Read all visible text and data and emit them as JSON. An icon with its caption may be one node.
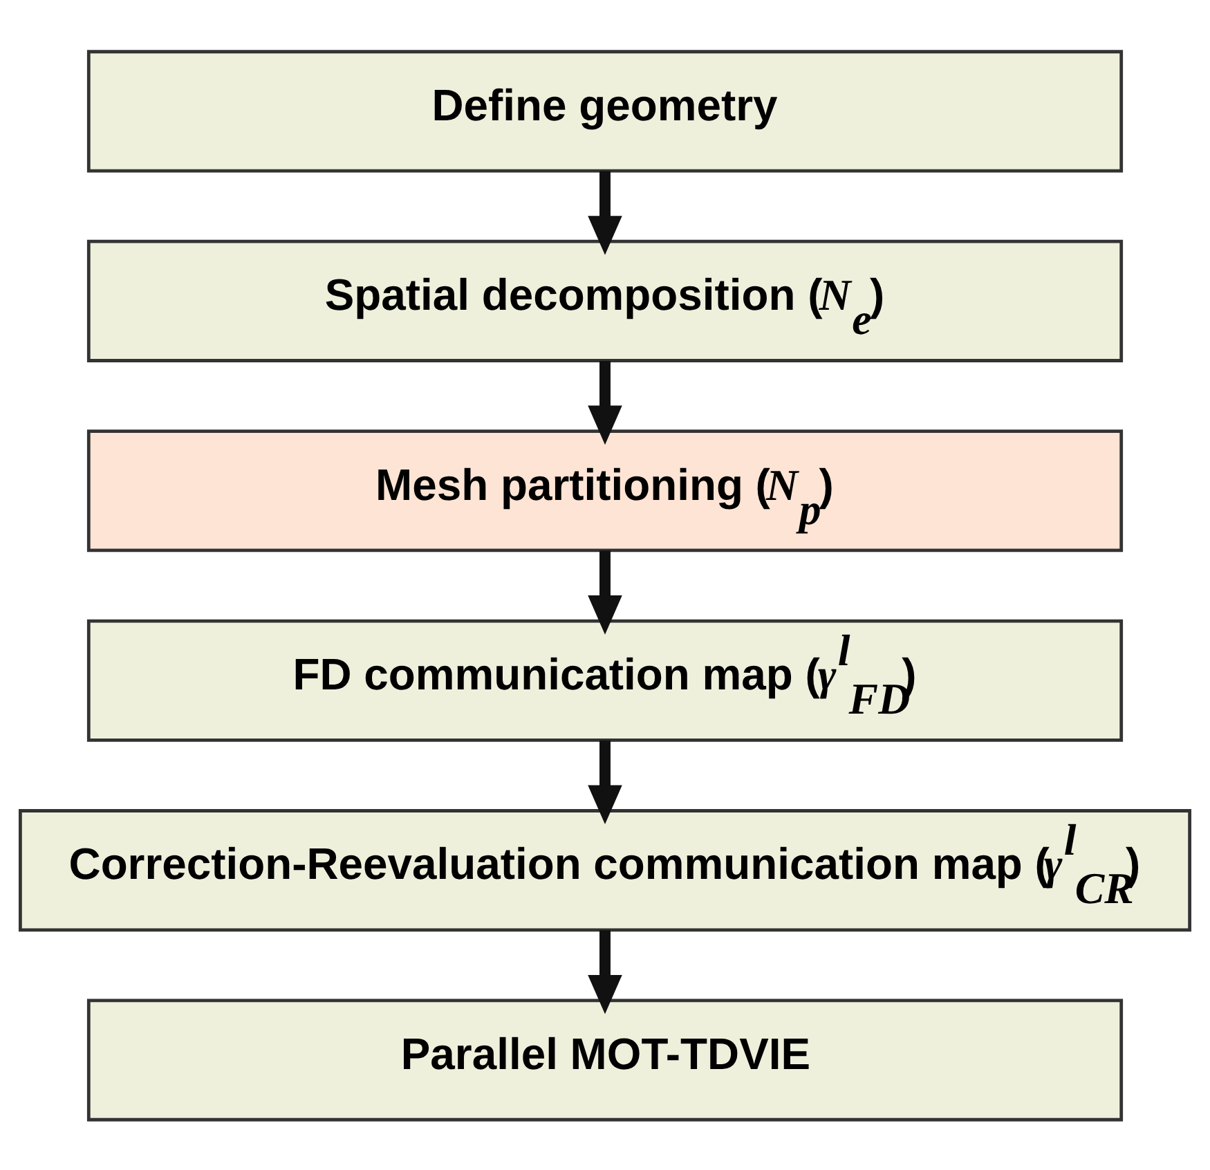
{
  "diagram": {
    "nodes": [
      {
        "text": [
          "Define geometry"
        ]
      },
      {
        "text": [
          "Spatial decomposition (*N*$_{e}$)"
        ]
      },
      {
        "text": [
          "Mesh partitioning (*N*$_{p}$)"
        ]
      },
      {
        "text": [
          "FD communication map (*γ*$^{l}$$_{FD}$)"
        ]
      },
      {
        "text": [
          "Correction-Reevaluation communication map (*γ*$^{l}$$_{CR}$)"
        ]
      },
      {
        "text": [
          "Parallel MOT-TDVIE"
        ]
      }
    ],
    "edges": [
      {
        "from": 0,
        "to": 1,
        "arrow": "to"
      },
      {
        "from": 1,
        "to": 2,
        "arrow": "to"
      },
      {
        "from": 2,
        "to": 3,
        "arrow": "to"
      },
      {
        "from": 3,
        "to": 4,
        "arrow": "to"
      },
      {
        "from": 4,
        "to": 5,
        "arrow": "to"
      }
    ]
  }
}
